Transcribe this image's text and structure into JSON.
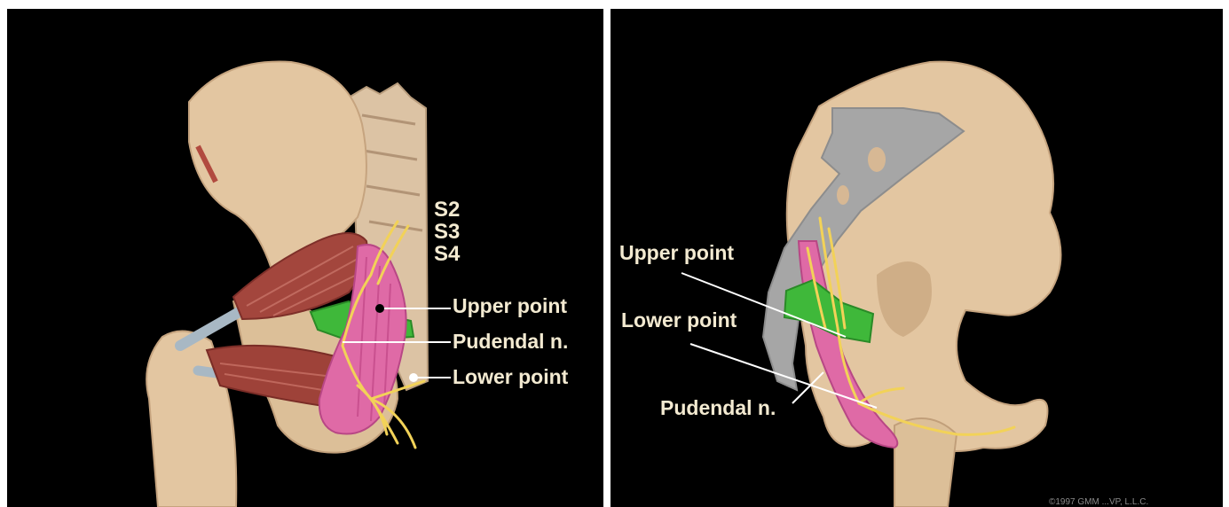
{
  "left_panel": {
    "labels": {
      "s2": "S2",
      "s3": "S3",
      "s4": "S4",
      "upper_point": "Upper point",
      "pudendal_nerve": "Pudendal n.",
      "lower_point": "Lower point"
    }
  },
  "right_panel": {
    "labels": {
      "upper_point": "Upper point",
      "lower_point": "Lower point",
      "pudendal_nerve": "Pudendal n."
    },
    "credit": "©1997 GMM ...VP, L.L.C."
  },
  "colors": {
    "background": "#000000",
    "bone": "#e3c6a1",
    "muscle_red": "#a3463d",
    "ligament_pink": "#df6aa6",
    "ligament_green": "#3fb83a",
    "nerve_yellow": "#f2d258",
    "sacrum_section_gray": "#a6a6a6",
    "label_text": "#f3ead1"
  }
}
